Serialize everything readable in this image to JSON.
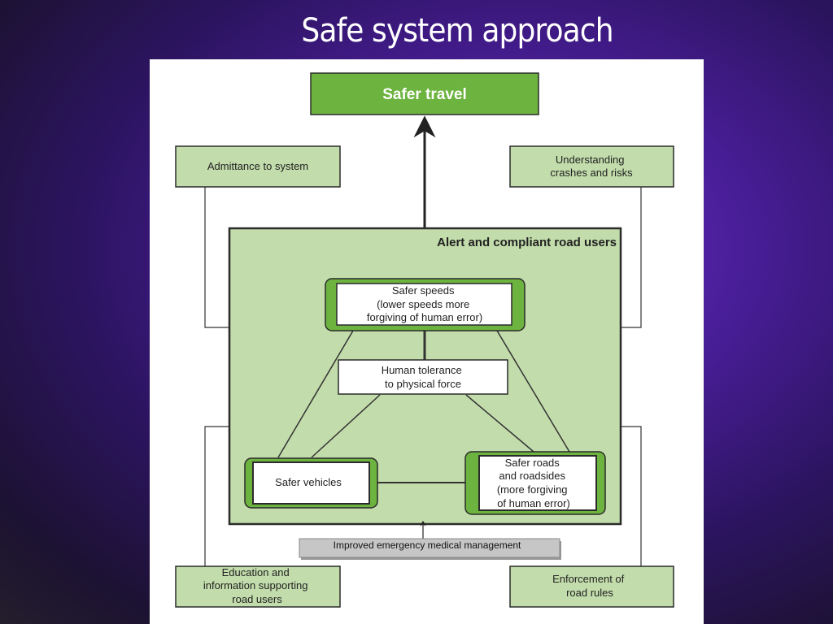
{
  "slide": {
    "title": "Safe system approach"
  },
  "diagram": {
    "goal": "Safer travel",
    "outer_left_top": [
      "Admittance to system"
    ],
    "outer_right_top": [
      "Understanding",
      "crashes and risks"
    ],
    "outer_left_bottom": [
      "Education and",
      "information supporting",
      "road users"
    ],
    "outer_right_bottom": [
      "Enforcement of",
      "road rules"
    ],
    "core_title": "Alert and compliant road users",
    "safer_speeds": [
      "Safer speeds",
      "(lower speeds more",
      "forgiving of human error)"
    ],
    "human_tolerance": [
      "Human tolerance",
      "to physical force"
    ],
    "safer_vehicles": [
      "Safer vehicles"
    ],
    "safer_roads": [
      "Safer roads",
      "and roadsides",
      "(more forgiving",
      "of human error)"
    ],
    "emergency": "Improved emergency  medical management"
  },
  "colors": {
    "goal_green": "#6db33f",
    "light_green": "#c2dcab",
    "border_dark": "#2b2b2b",
    "emergency_gray": "#c6c6c6"
  }
}
